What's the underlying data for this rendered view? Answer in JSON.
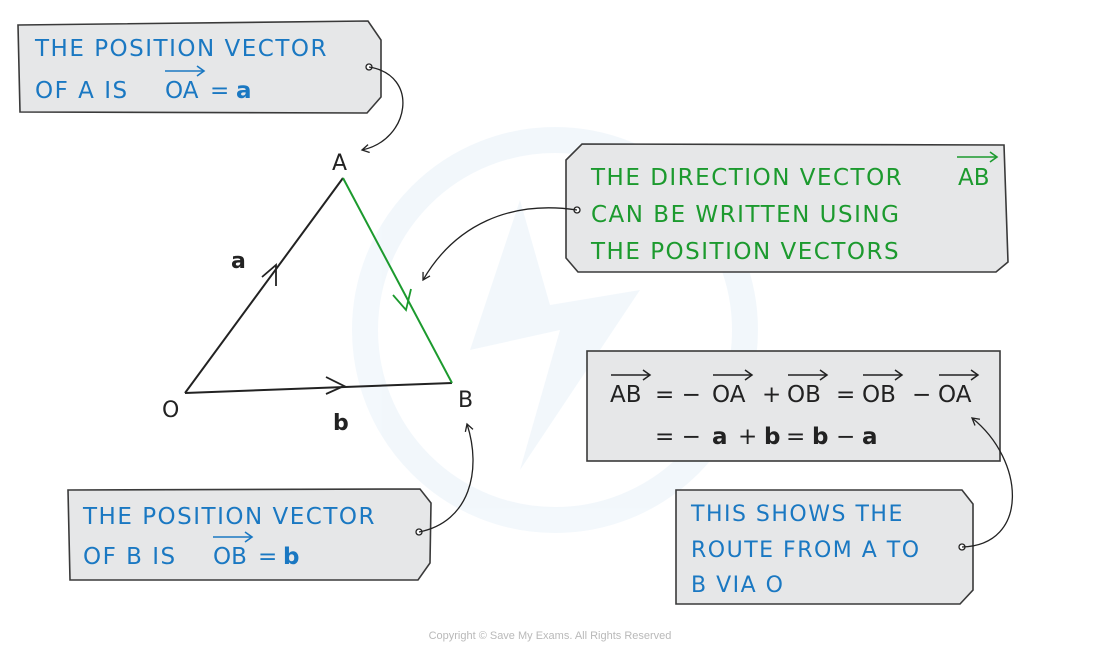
{
  "colors": {
    "blue": "#1a78c2",
    "green": "#1c9a2e",
    "box_fill": "#e6e7e8",
    "box_stroke": "#3a3a3a",
    "ink": "#222222"
  },
  "points": {
    "a_label": "A",
    "b_label": "B",
    "o_label": "O"
  },
  "edges": {
    "a_vector": "a",
    "b_vector": "b"
  },
  "box_pos_a": {
    "line1": "THE POSITION VECTOR",
    "line2_prefix": "OF A IS",
    "vector": "OA",
    "equals": "=",
    "value": "a"
  },
  "box_direction": {
    "line1_prefix": "THE DIRECTION VECTOR",
    "vector": "AB",
    "line2": "CAN BE WRITTEN USING",
    "line3": "THE POSITION VECTORS"
  },
  "box_equation": {
    "line1": {
      "t1": "AB",
      "t2": "= −",
      "t3": "OA",
      "t4": "+",
      "t5": "OB",
      "t6": "=",
      "t7": "OB",
      "t8": "−",
      "t9": "OA"
    },
    "line2": {
      "t1": "= −",
      "t2": "a",
      "t3": "+",
      "t4": "b",
      "t5": "=",
      "t6": "b",
      "t7": "−",
      "t8": "a"
    }
  },
  "box_pos_b": {
    "line1": "THE POSITION VECTOR",
    "line2_prefix": "OF B IS",
    "vector": "OB",
    "equals": "=",
    "value": "b"
  },
  "box_route": {
    "line1": "THIS SHOWS THE",
    "line2": "ROUTE FROM A TO",
    "line3": "B VIA O"
  },
  "footer": {
    "copyright": "Copyright © Save My Exams. All Rights Reserved"
  }
}
